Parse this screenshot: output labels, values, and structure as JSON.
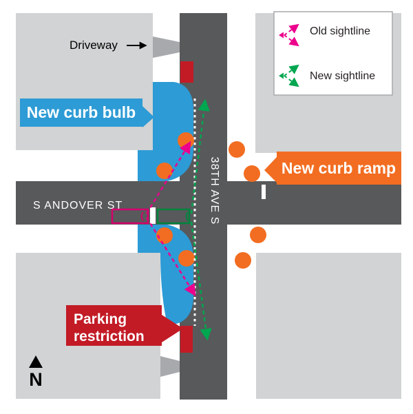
{
  "legend": {
    "items": [
      {
        "label": "Old sightline",
        "color": "#EC008C"
      },
      {
        "label": "New sightline",
        "color": "#00A650"
      }
    ]
  },
  "callouts": {
    "driveway": "Driveway",
    "new_curb_bulb": "New curb bulb",
    "new_curb_ramp": "New curb ramp",
    "parking_restriction": {
      "line1": "Parking",
      "line2": "restriction"
    }
  },
  "streets": {
    "horizontal": "S ANDOVER ST",
    "vertical": "38TH AVE S"
  },
  "compass": {
    "north": "N"
  },
  "colors": {
    "road": "#58595B",
    "building": "#D1D3D4",
    "driveway": "#A7A9AC",
    "curb_bulb_blue": "#2D9BD5",
    "curb_ramp_orange": "#F26D21",
    "restriction_red": "#C21B26",
    "old_sightline_pink": "#EC008C",
    "new_sightline_green": "#00A650",
    "old_car_outline": "#D5006D",
    "new_car_outline": "#00843D"
  }
}
